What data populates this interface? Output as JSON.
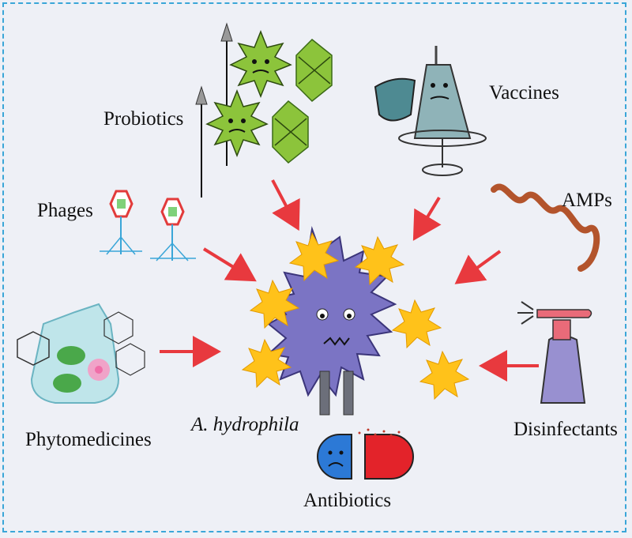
{
  "center": {
    "organism_label": "A. hydrophila"
  },
  "treatments": {
    "probiotics": "Probiotics",
    "vaccines": "Vaccines",
    "phages": "Phages",
    "amps": "AMPs",
    "phytomedicines": "Phytomedicines",
    "disinfectants": "Disinfectants",
    "antibiotics": "Antibiotics"
  },
  "colors": {
    "frame": "#3aa6d8",
    "arrow": "#e8393e",
    "burst": "#ffc21a",
    "bacterium": "#7b74c4",
    "probiotic": "#8cc43b",
    "pill_blue": "#2c79d6",
    "pill_red": "#e3232a"
  }
}
